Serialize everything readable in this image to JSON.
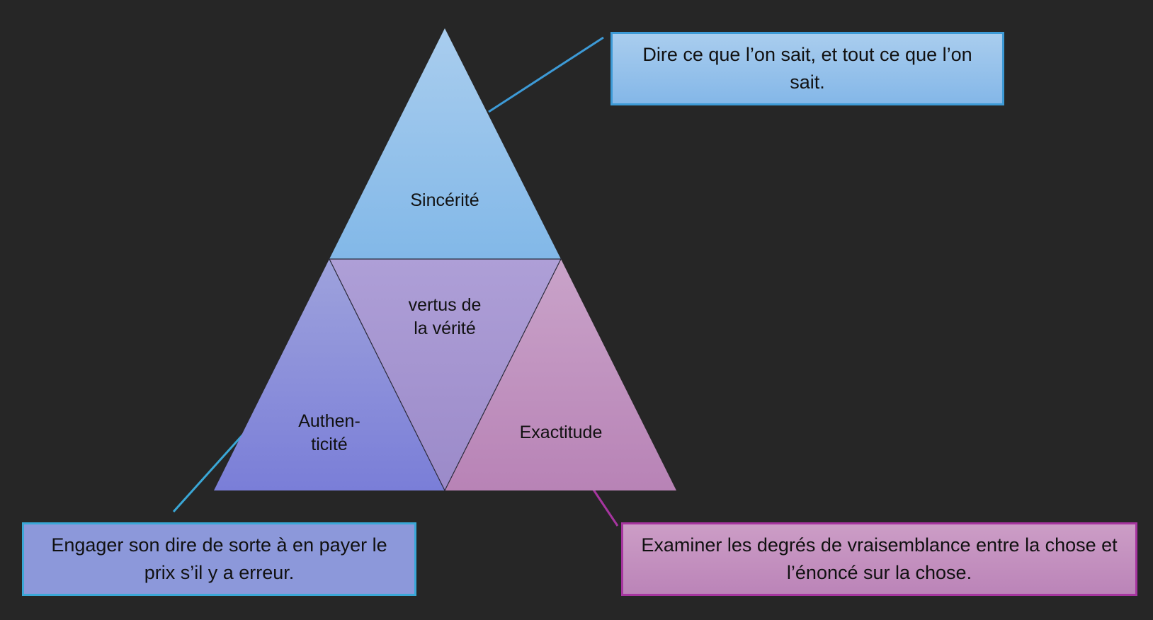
{
  "colors": {
    "background": "#262626",
    "sincerite_top": "#a9cdee",
    "sincerite_bottom": "#82b8e8",
    "center_top": "#ae9fd7",
    "center_bottom": "#9b8ac9",
    "authenticite_top": "#9ea2dc",
    "authenticite_bottom": "#7a7ed8",
    "exactitude_top": "#c9a3c9",
    "exactitude_bottom": "#b883b6",
    "connector_blue": "#3d9ad6",
    "connector_magenta": "#a6359f"
  },
  "pyramid": {
    "top_label": "Sincérité",
    "center_label_line1": "vertus de",
    "center_label_line2": "la vérité",
    "left_label_line1": "Authen-",
    "left_label_line2": "ticité",
    "right_label": "Exactitude"
  },
  "callouts": {
    "sincerite": "Dire ce que l’on sait, et tout ce que l’on sait.",
    "authenticite": "Engager son dire de sorte à en payer le prix s’il y a erreur.",
    "exactitude": "Examiner les degrés de vraisemblance entre la chose et l’énoncé sur la chose."
  }
}
